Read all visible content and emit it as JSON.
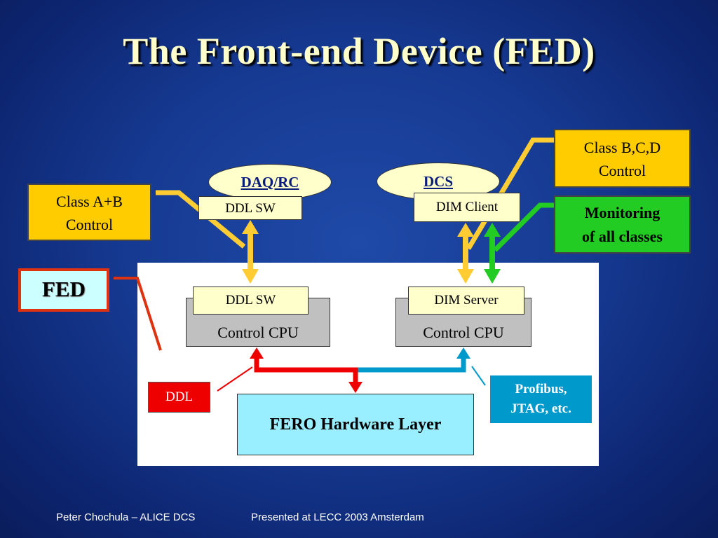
{
  "slide": {
    "title": "The Front-end Device (FED)",
    "footer_left": "Peter Chochula – ALICE DCS",
    "footer_right": "Presented at LECC 2003 Amsterdam"
  },
  "nodes": {
    "daq_rc": "DAQ/RC",
    "dcs": "DCS",
    "ddl_sw_top": "DDL SW",
    "dim_client": "DIM Client",
    "ddl_sw_inner": "DDL SW",
    "dim_server": "DIM Server",
    "control_cpu_left": "Control CPU",
    "control_cpu_right": "Control CPU",
    "fero": "FERO Hardware Layer",
    "fed": "FED",
    "ddl": "DDL",
    "profibus_line1": "Profibus,",
    "profibus_line2": "JTAG, etc."
  },
  "callouts": {
    "class_ab_line1": "Class A+B",
    "class_ab_line2": "Control",
    "class_bcd_line1": "Class B,C,D",
    "class_bcd_line2": "Control",
    "monitoring_line1": "Monitoring",
    "monitoring_line2": "of all classes"
  },
  "colors": {
    "background": "#163a92",
    "title": "#ffffcc",
    "arrow_yellow": "#ffcc33",
    "arrow_green": "#22cc22",
    "arrow_red": "#ee0000",
    "arrow_blue": "#0099cc",
    "fed_border": "#dd3311"
  }
}
